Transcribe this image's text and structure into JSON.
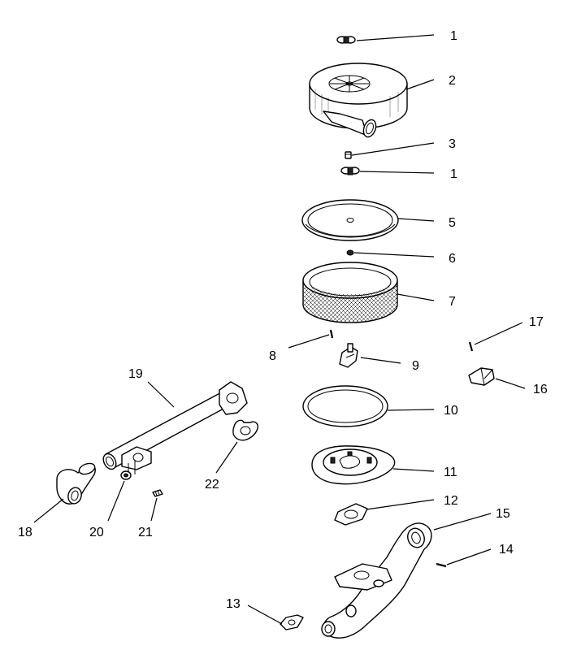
{
  "callouts": [
    "1",
    "2",
    "3",
    "1",
    "5",
    "6",
    "7",
    "8",
    "9",
    "10",
    "11",
    "12",
    "13",
    "14",
    "15",
    "16",
    "17",
    "18",
    "19",
    "20",
    "21",
    "22"
  ],
  "colors": {
    "line": "#000000",
    "background": "#ffffff"
  }
}
